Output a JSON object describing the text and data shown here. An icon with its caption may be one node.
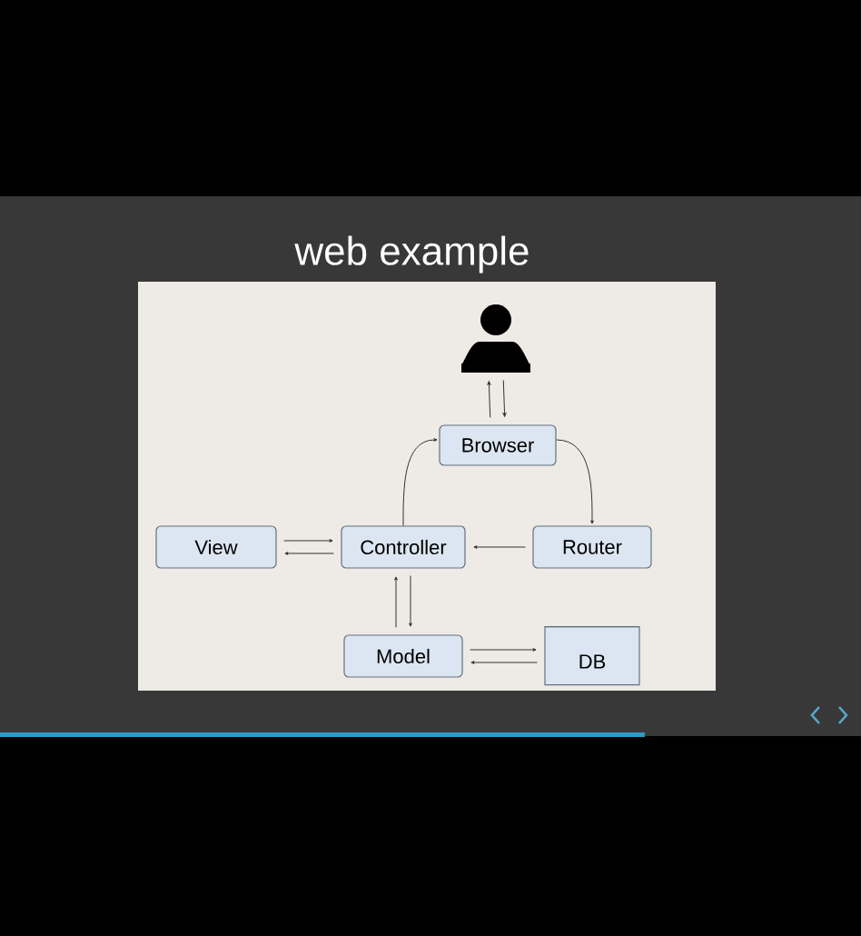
{
  "diagram": {
    "title": "web example",
    "nodes": [
      {
        "text": [],
        "shape": "person"
      },
      {
        "text": [
          "Browser"
        ]
      },
      {
        "text": [
          "View"
        ]
      },
      {
        "text": [
          "Controller"
        ]
      },
      {
        "text": [
          "Router"
        ]
      },
      {
        "text": [
          "Model"
        ]
      },
      {
        "text": [
          "DB"
        ]
      }
    ],
    "edges": [
      {
        "from": 1,
        "to": 0,
        "arrow": "to"
      },
      {
        "from": 0,
        "to": 1,
        "arrow": "to"
      },
      {
        "from": 2,
        "to": 3,
        "arrow": "to"
      },
      {
        "from": 3,
        "to": 2,
        "arrow": "to"
      },
      {
        "from": 4,
        "to": 3,
        "arrow": "to"
      },
      {
        "from": 3,
        "to": 1,
        "arrow": "to"
      },
      {
        "from": 1,
        "to": 4,
        "arrow": "to"
      },
      {
        "from": 5,
        "to": 3,
        "arrow": "to"
      },
      {
        "from": 3,
        "to": 5,
        "arrow": "to"
      },
      {
        "from": 5,
        "to": 6,
        "arrow": "to"
      },
      {
        "from": 6,
        "to": 5,
        "arrow": "to"
      }
    ]
  }
}
